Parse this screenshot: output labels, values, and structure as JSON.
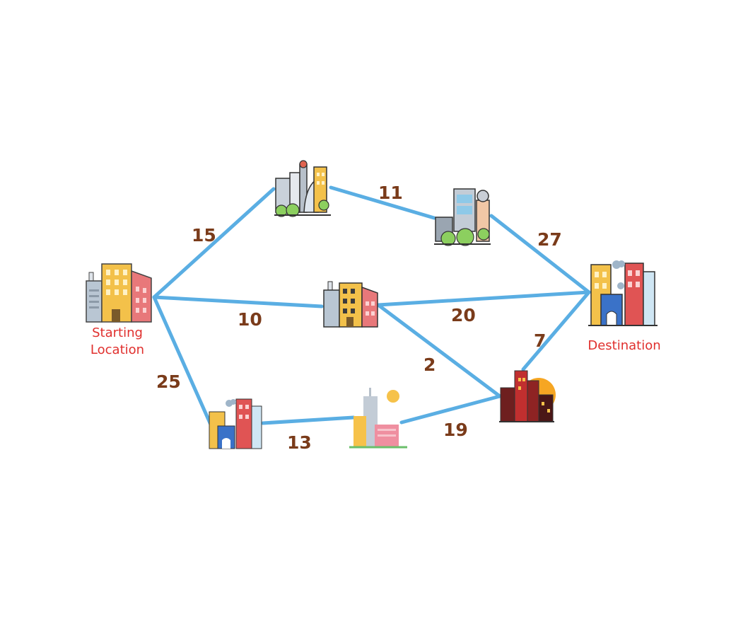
{
  "labels": {
    "start_line1": "Starting",
    "start_line2": "Location",
    "destination": "Destination"
  },
  "edges": [
    {
      "id": "start-n1",
      "weight": "15"
    },
    {
      "id": "n1-n2",
      "weight": "11"
    },
    {
      "id": "n2-dest",
      "weight": "27"
    },
    {
      "id": "start-mid",
      "weight": "10"
    },
    {
      "id": "mid-dest",
      "weight": "20"
    },
    {
      "id": "mid-red",
      "weight": "2"
    },
    {
      "id": "red-dest",
      "weight": "7"
    },
    {
      "id": "start-b1",
      "weight": "25"
    },
    {
      "id": "b1-b2",
      "weight": "13"
    },
    {
      "id": "b2-red",
      "weight": "19"
    }
  ],
  "colors": {
    "edge": "#5aaee3",
    "weight_text": "#7a3b1a",
    "caption_text": "#e0302e"
  }
}
